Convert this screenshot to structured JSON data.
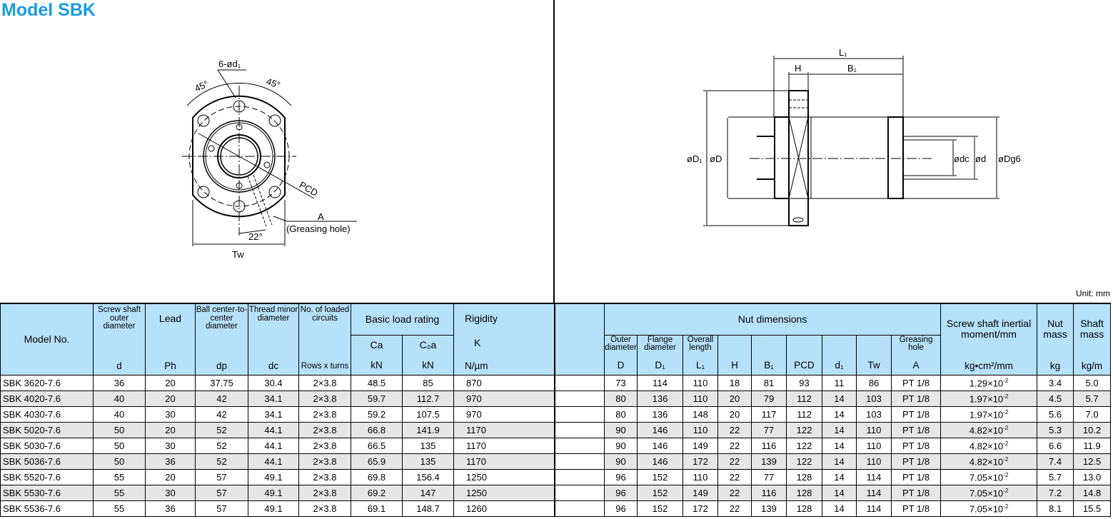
{
  "title": "Model SBK",
  "unit": "Unit: mm",
  "drawing_front": {
    "holes_label": "6-ød₁",
    "angle_left": "45°",
    "angle_right": "45°",
    "pcd_label": "PCD",
    "a_label": "A",
    "greasing_label": "(Greasing hole)",
    "angle_grease": "22°",
    "tw_label": "Tw"
  },
  "drawing_side": {
    "l1": "L₁",
    "h": "H",
    "b1": "B₁",
    "d1": "øD₁",
    "d": "øD",
    "dc": "ødc",
    "dshaft": "ød",
    "dg6": "øDg6"
  },
  "header": {
    "model": "Model No.",
    "screw_od": "Screw shaft outer diameter",
    "screw_od_sym": "d",
    "lead": "Lead",
    "lead_sym": "Ph",
    "ball_ccd": "Ball center-to-center diameter",
    "ball_ccd_sym": "dp",
    "thread_minor": "Thread minor diameter",
    "thread_minor_sym": "dc",
    "circuits": "No. of loaded circuits",
    "circuits_sym": "Rows x turns",
    "basic_load": "Basic load rating",
    "ca": "Ca",
    "ca_unit": "kN",
    "c0a": "C₀a",
    "c0a_unit": "kN",
    "rigidity": "Rigidity",
    "rigidity_sym": "K",
    "rigidity_unit": "N/µm",
    "nut_dims": "Nut dimensions",
    "outer_d": "Outer diameter",
    "outer_d_sym": "D",
    "flange_d": "Flange diameter",
    "flange_d_sym": "D₁",
    "overall_l": "Overall length",
    "overall_l_sym": "L₁",
    "h_sym": "H",
    "b1_sym": "B₁",
    "pcd_sym": "PCD",
    "d1_sym": "d₁",
    "tw_sym": "Tw",
    "greasing": "Greasing hole",
    "greasing_sym": "A",
    "inertia": "Screw shaft inertial moment/mm",
    "inertia_unit": "kg•cm²/mm",
    "nut_mass": "Nut mass",
    "nut_mass_unit": "kg",
    "shaft_mass": "Shaft mass",
    "shaft_mass_unit": "kg/m"
  },
  "rows": [
    {
      "model": "SBK 3620-7.6",
      "d": "36",
      "ph": "20",
      "dp": "37.75",
      "dc": "30.4",
      "circ": "2×3.8",
      "ca": "48.5",
      "c0a": "85",
      "k": "870",
      "D": "73",
      "D1": "114",
      "L1": "110",
      "H": "18",
      "B1": "81",
      "PCD": "93",
      "d1": "11",
      "Tw": "86",
      "A": "PT 1/8",
      "inertia_m": "1.29×10",
      "inertia_e": "-2",
      "nut_mass": "3.4",
      "shaft_mass": "5.0"
    },
    {
      "model": "SBK 4020-7.6",
      "d": "40",
      "ph": "20",
      "dp": "42",
      "dc": "34.1",
      "circ": "2×3.8",
      "ca": "59.7",
      "c0a": "112.7",
      "k": "970",
      "D": "80",
      "D1": "136",
      "L1": "110",
      "H": "20",
      "B1": "79",
      "PCD": "112",
      "d1": "14",
      "Tw": "103",
      "A": "PT 1/8",
      "inertia_m": "1.97×10",
      "inertia_e": "-2",
      "nut_mass": "4.5",
      "shaft_mass": "5.7"
    },
    {
      "model": "SBK 4030-7.6",
      "d": "40",
      "ph": "30",
      "dp": "42",
      "dc": "34.1",
      "circ": "2×3.8",
      "ca": "59.2",
      "c0a": "107.5",
      "k": "970",
      "D": "80",
      "D1": "136",
      "L1": "148",
      "H": "20",
      "B1": "117",
      "PCD": "112",
      "d1": "14",
      "Tw": "103",
      "A": "PT 1/8",
      "inertia_m": "1.97×10",
      "inertia_e": "-2",
      "nut_mass": "5.6",
      "shaft_mass": "7.0"
    },
    {
      "model": "SBK 5020-7.6",
      "d": "50",
      "ph": "20",
      "dp": "52",
      "dc": "44.1",
      "circ": "2×3.8",
      "ca": "66.8",
      "c0a": "141.9",
      "k": "1170",
      "D": "90",
      "D1": "146",
      "L1": "110",
      "H": "22",
      "B1": "77",
      "PCD": "122",
      "d1": "14",
      "Tw": "110",
      "A": "PT 1/8",
      "inertia_m": "4.82×10",
      "inertia_e": "-2",
      "nut_mass": "5.3",
      "shaft_mass": "10.2"
    },
    {
      "model": "SBK 5030-7.6",
      "d": "50",
      "ph": "30",
      "dp": "52",
      "dc": "44.1",
      "circ": "2×3.8",
      "ca": "66.5",
      "c0a": "135",
      "k": "1170",
      "D": "90",
      "D1": "146",
      "L1": "149",
      "H": "22",
      "B1": "116",
      "PCD": "122",
      "d1": "14",
      "Tw": "110",
      "A": "PT 1/8",
      "inertia_m": "4.82×10",
      "inertia_e": "-2",
      "nut_mass": "6.6",
      "shaft_mass": "11.9"
    },
    {
      "model": "SBK 5036-7.6",
      "d": "50",
      "ph": "36",
      "dp": "52",
      "dc": "44.1",
      "circ": "2×3.8",
      "ca": "65.9",
      "c0a": "135",
      "k": "1170",
      "D": "90",
      "D1": "146",
      "L1": "172",
      "H": "22",
      "B1": "139",
      "PCD": "122",
      "d1": "14",
      "Tw": "110",
      "A": "PT 1/8",
      "inertia_m": "4.82×10",
      "inertia_e": "-2",
      "nut_mass": "7.4",
      "shaft_mass": "12.5"
    },
    {
      "model": "SBK 5520-7.6",
      "d": "55",
      "ph": "20",
      "dp": "57",
      "dc": "49.1",
      "circ": "2×3.8",
      "ca": "69.8",
      "c0a": "156.4",
      "k": "1250",
      "D": "96",
      "D1": "152",
      "L1": "110",
      "H": "22",
      "B1": "77",
      "PCD": "128",
      "d1": "14",
      "Tw": "114",
      "A": "PT 1/8",
      "inertia_m": "7.05×10",
      "inertia_e": "-2",
      "nut_mass": "5.7",
      "shaft_mass": "13.0"
    },
    {
      "model": "SBK 5530-7.6",
      "d": "55",
      "ph": "30",
      "dp": "57",
      "dc": "49.1",
      "circ": "2×3.8",
      "ca": "69.2",
      "c0a": "147",
      "k": "1250",
      "D": "96",
      "D1": "152",
      "L1": "149",
      "H": "22",
      "B1": "116",
      "PCD": "128",
      "d1": "14",
      "Tw": "114",
      "A": "PT 1/8",
      "inertia_m": "7.05×10",
      "inertia_e": "-2",
      "nut_mass": "7.2",
      "shaft_mass": "14.8"
    },
    {
      "model": "SBK 5536-7.6",
      "d": "55",
      "ph": "36",
      "dp": "57",
      "dc": "49.1",
      "circ": "2×3.8",
      "ca": "69.1",
      "c0a": "148.7",
      "k": "1260",
      "D": "96",
      "D1": "152",
      "L1": "172",
      "H": "22",
      "B1": "139",
      "PCD": "128",
      "d1": "14",
      "Tw": "114",
      "A": "PT 1/8",
      "inertia_m": "7.05×10",
      "inertia_e": "-2",
      "nut_mass": "8.1",
      "shaft_mass": "15.5"
    }
  ]
}
